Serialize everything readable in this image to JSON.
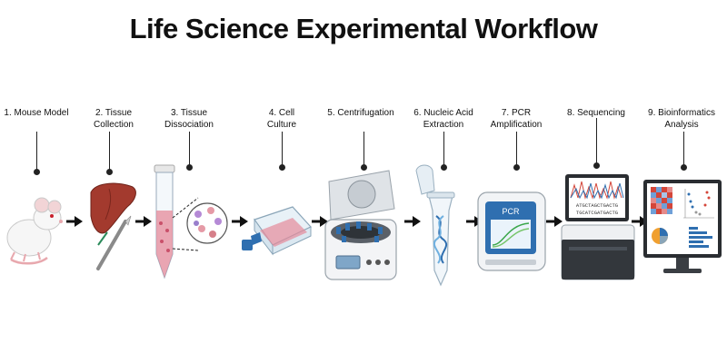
{
  "title": "Life Science Experimental Workflow",
  "steps": [
    {
      "label": "1. Mouse Model",
      "icon": "mouse-icon"
    },
    {
      "label": "2. Tissue\nCollection",
      "icon": "liver-scalpel-icon"
    },
    {
      "label": "3. Tissue\nDissociation",
      "icon": "tube-cells-icon"
    },
    {
      "label": "4. Cell\nCulture",
      "icon": "culture-flask-icon"
    },
    {
      "label": "5. Centrifugation",
      "icon": "centrifuge-icon"
    },
    {
      "label": "6. Nucleic Acid\nExtraction",
      "icon": "eppendorf-dna-icon"
    },
    {
      "label": "7. PCR\nAmplification",
      "icon": "pcr-machine-icon"
    },
    {
      "label": "8. Sequencing",
      "icon": "sequencer-icon"
    },
    {
      "label": "9. Bioinformatics\nAnalysis",
      "icon": "analysis-monitor-icon"
    }
  ],
  "pcr_screen_text": "PCR",
  "sequence_lines": [
    "ATGCTAGCTGACTG",
    "TGCATCGATGACTG"
  ],
  "colors": {
    "liver": "#a33a2e",
    "cells": "#e58a9a",
    "screen_blue": "#2f6fb0",
    "accent_blue": "#3d7fd1"
  }
}
